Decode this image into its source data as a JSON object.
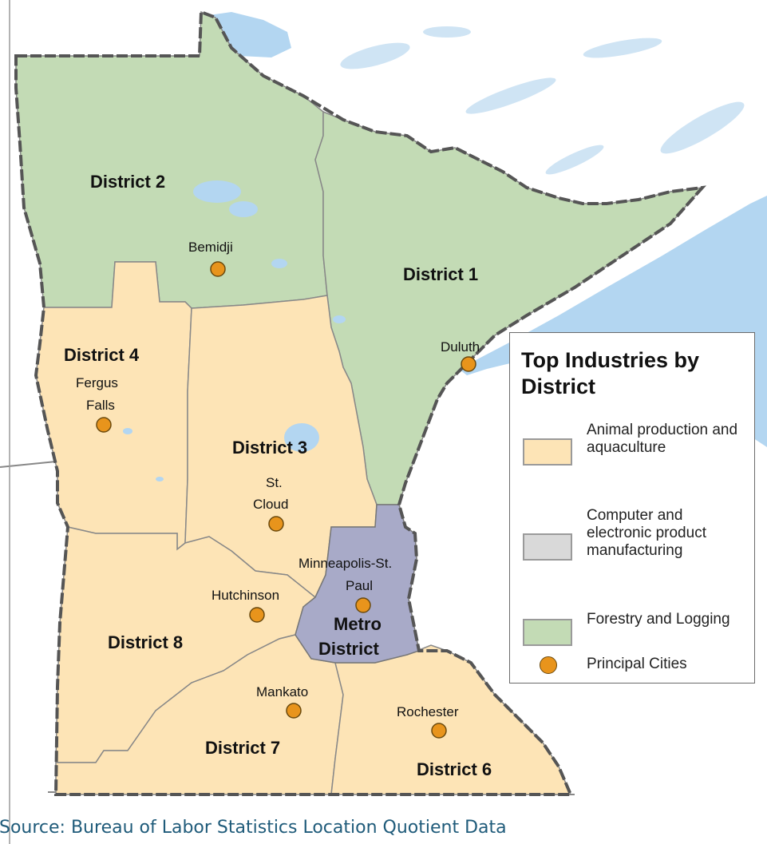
{
  "districts": {
    "d1": "District 1",
    "d2": "District 2",
    "d3": "District 3",
    "d4": "District 4",
    "d6": "District 6",
    "d7": "District 7",
    "d8": "District 8",
    "metro_line1": "Metro",
    "metro_line2": "District"
  },
  "cities": {
    "bemidji": "Bemidji",
    "duluth": "Duluth",
    "fergus_line1": "Fergus",
    "fergus_line2": "Falls",
    "stcloud_line1": "St.",
    "stcloud_line2": "Cloud",
    "msp_line1": "Minneapolis-St.",
    "msp_line2": "Paul",
    "hutchinson": "Hutchinson",
    "mankato": "Mankato",
    "rochester": "Rochester"
  },
  "legend": {
    "title": "Top Industries by District",
    "items": [
      {
        "label": "Animal production and aquaculture",
        "color": "#fde4b6"
      },
      {
        "label": "Computer and electronic product manufacturing",
        "color": "#d9d9d9"
      },
      {
        "label": "Forestry and Logging",
        "color": "#c3dbb5"
      },
      {
        "label": "Principal Cities",
        "color": "#e8941c"
      }
    ]
  },
  "colors": {
    "water": "#b3d6f1",
    "land": "#ffffff",
    "animal": "#fde4b6",
    "forestry": "#c3dbb5",
    "metro": "#a8aac8",
    "city": "#e8941c",
    "border": "#555555",
    "source_text": "#1f5b7a"
  },
  "source": "Source: Bureau of Labor Statistics Location Quotient Data"
}
